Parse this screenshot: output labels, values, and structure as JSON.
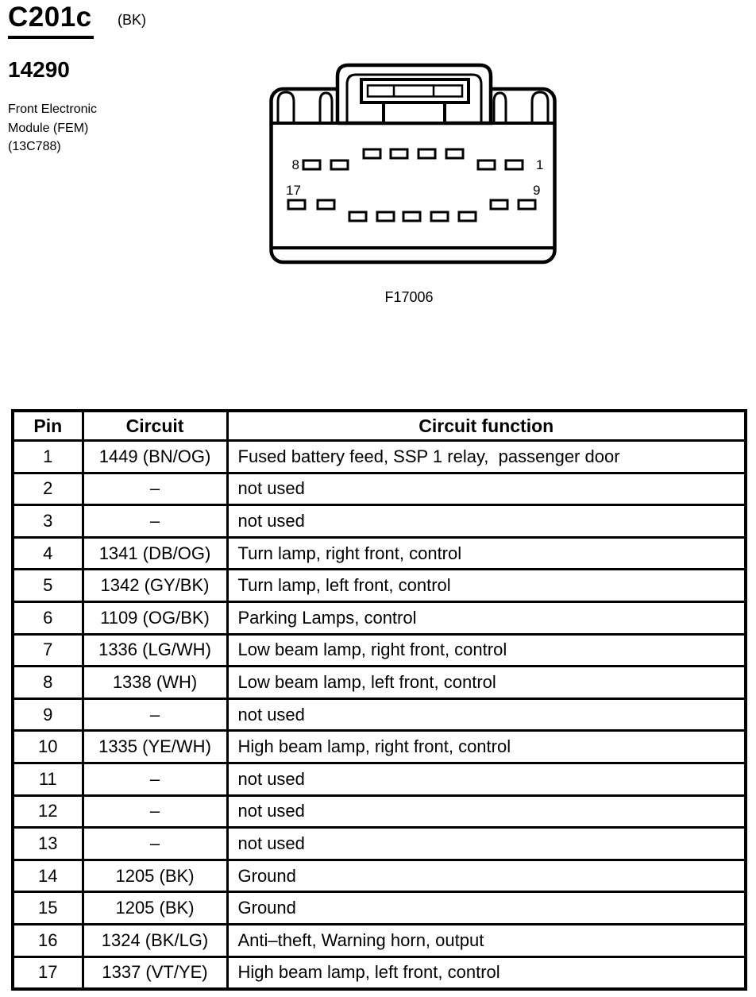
{
  "header": {
    "connector_id": "C201c",
    "connector_color": "(BK)",
    "part_number": "14290",
    "component_line1": "Front Electronic",
    "component_line2": "Module (FEM)",
    "component_line3": "(13C788)"
  },
  "figure": {
    "caption": "F17006",
    "pin_labels": {
      "top_left": "8",
      "top_right": "1",
      "bottom_left": "17",
      "bottom_right": "9"
    }
  },
  "table": {
    "headers": [
      "Pin",
      "Circuit",
      "Circuit function"
    ],
    "rows": [
      {
        "pin": "1",
        "circuit": "1449 (BN/OG)",
        "function": "Fused battery feed, SSP 1 relay,  passenger door"
      },
      {
        "pin": "2",
        "circuit": "–",
        "function": "not used"
      },
      {
        "pin": "3",
        "circuit": "–",
        "function": "not used"
      },
      {
        "pin": "4",
        "circuit": "1341 (DB/OG)",
        "function": "Turn lamp, right front, control"
      },
      {
        "pin": "5",
        "circuit": "1342 (GY/BK)",
        "function": "Turn lamp, left front, control"
      },
      {
        "pin": "6",
        "circuit": "1109 (OG/BK)",
        "function": "Parking Lamps, control"
      },
      {
        "pin": "7",
        "circuit": "1336 (LG/WH)",
        "function": "Low beam lamp, right front, control"
      },
      {
        "pin": "8",
        "circuit": "1338 (WH)",
        "function": "Low beam lamp, left front, control"
      },
      {
        "pin": "9",
        "circuit": "–",
        "function": "not used"
      },
      {
        "pin": "10",
        "circuit": "1335 (YE/WH)",
        "function": "High beam lamp, right front, control"
      },
      {
        "pin": "11",
        "circuit": "–",
        "function": "not used"
      },
      {
        "pin": "12",
        "circuit": "–",
        "function": "not used"
      },
      {
        "pin": "13",
        "circuit": "–",
        "function": "not used"
      },
      {
        "pin": "14",
        "circuit": "1205 (BK)",
        "function": "Ground"
      },
      {
        "pin": "15",
        "circuit": "1205 (BK)",
        "function": "Ground"
      },
      {
        "pin": "16",
        "circuit": "1324 (BK/LG)",
        "function": "Anti–theft, Warning horn, output"
      },
      {
        "pin": "17",
        "circuit": "1337 (VT/YE)",
        "function": "High beam lamp, left front, control"
      }
    ]
  }
}
